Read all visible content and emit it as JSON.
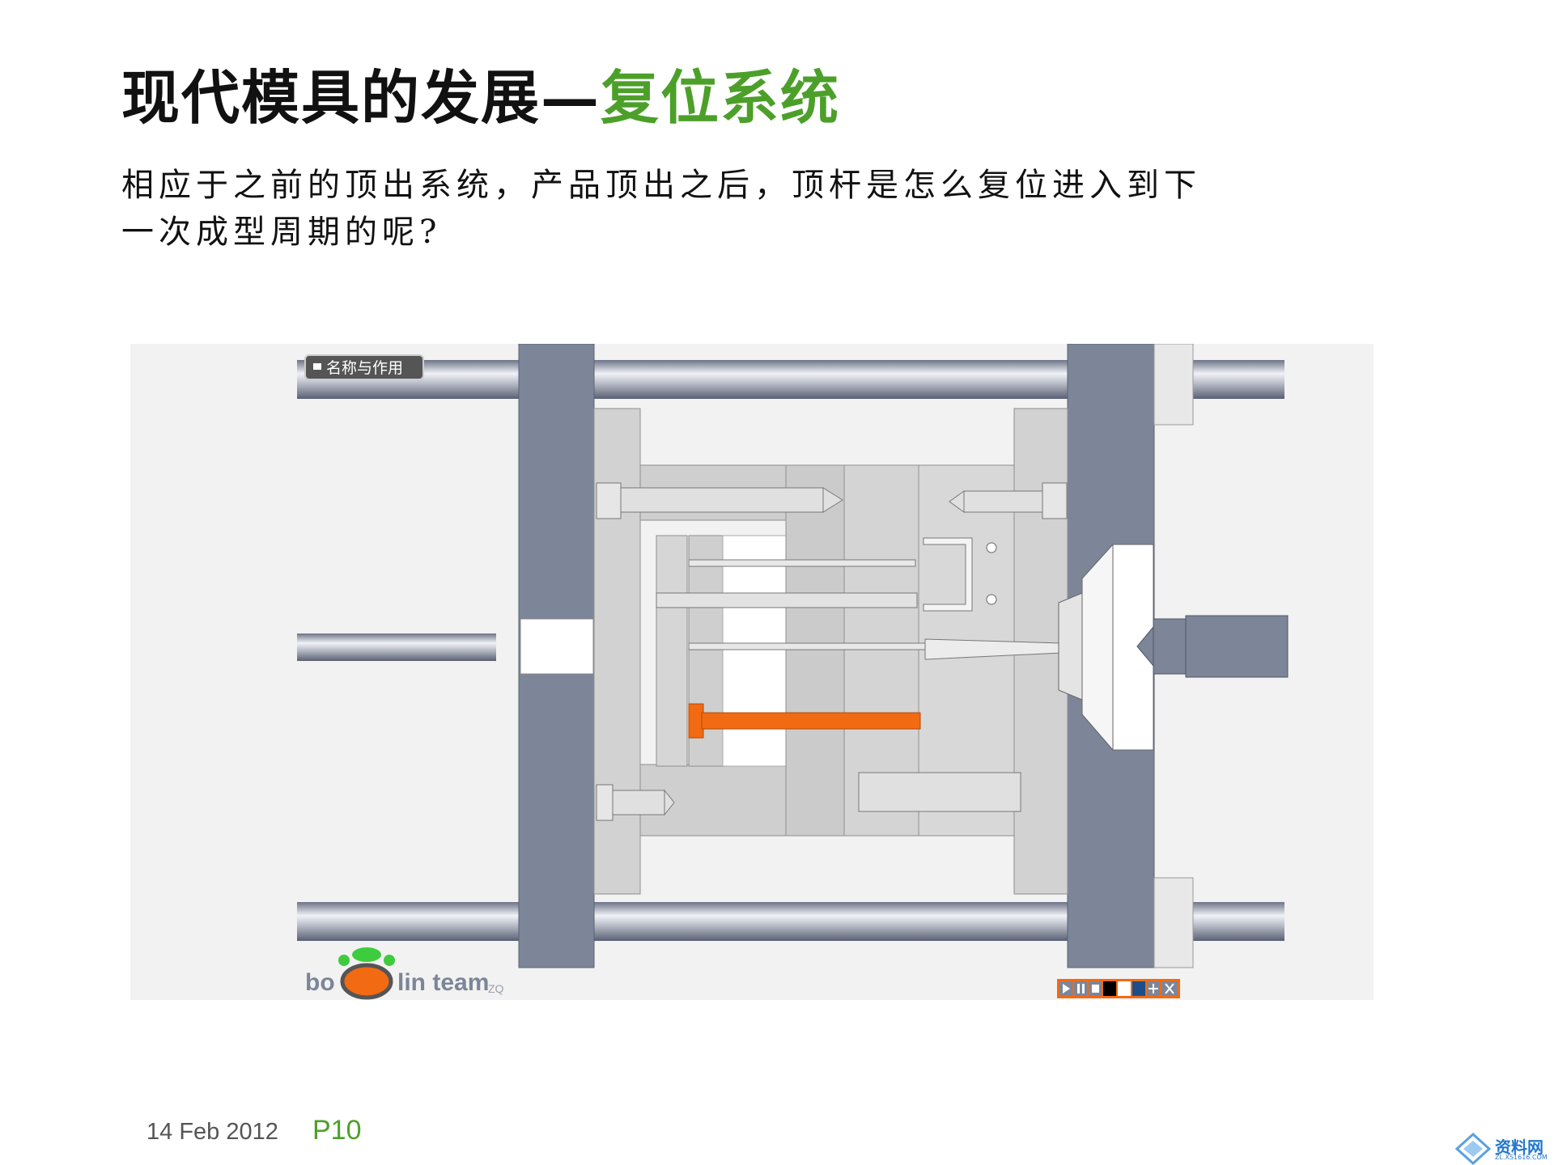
{
  "slide": {
    "title_main": "现代模具的发展—",
    "title_accent": "复位系统",
    "question_line1": "相应于之前的顶出系统，产品顶出之后，顶杆是怎么复位进入到下",
    "question_line2": "一次成型周期的呢?",
    "accent_color": "#4ca02a"
  },
  "animation": {
    "name_button_label": "名称与作用",
    "logo_left": "bo",
    "logo_right": "lin team",
    "logo_suffix": "ZQ",
    "controls": [
      "play-icon",
      "pause-icon",
      "stop-icon",
      "black-swatch",
      "white-swatch",
      "blue-swatch",
      "move-icon",
      "close-icon"
    ],
    "highlight_color": "#f26a12"
  },
  "footer": {
    "date": "14 Feb 2012",
    "page": "P10"
  },
  "watermark": {
    "text": "资料网",
    "sub": "ZL.XS1616.COM"
  }
}
